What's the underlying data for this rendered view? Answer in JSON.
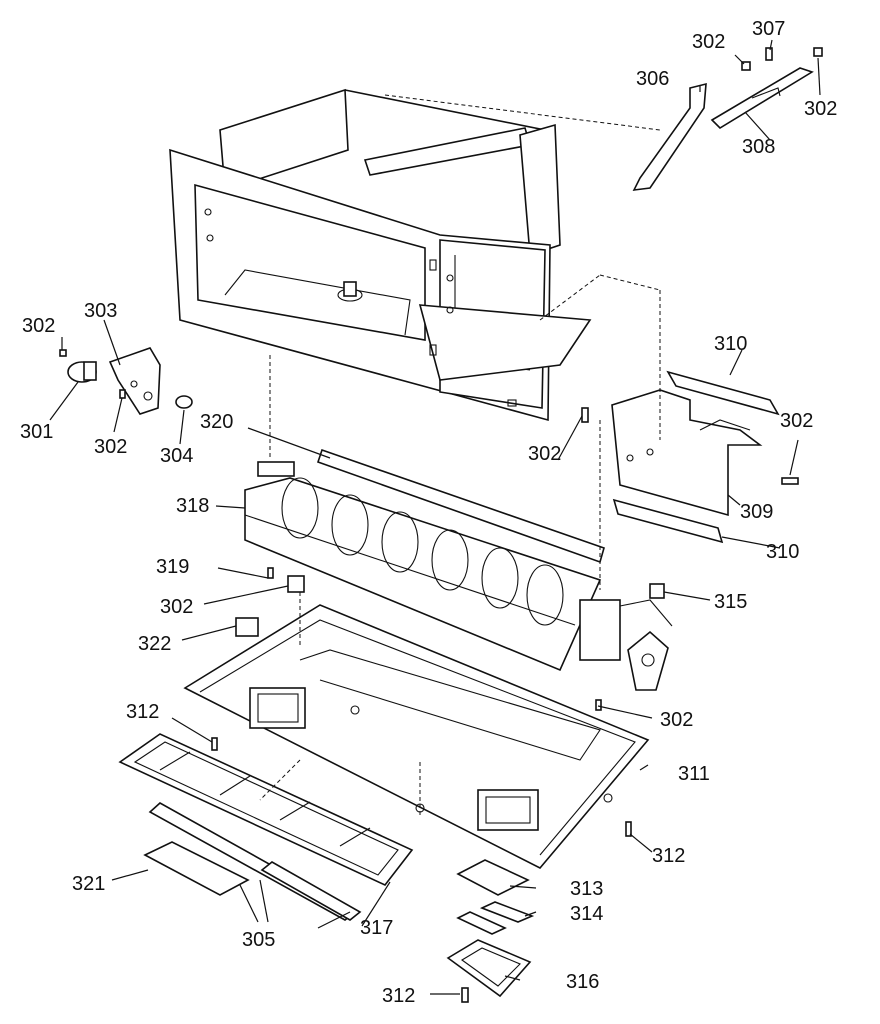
{
  "labels": {
    "l301": "301",
    "l302_a": "302",
    "l302_b": "302",
    "l302_c": "302",
    "l302_d": "302",
    "l302_e": "302",
    "l302_f": "302",
    "l302_g": "302",
    "l303": "303",
    "l304": "304",
    "l305": "305",
    "l306": "306",
    "l307": "307",
    "l308": "308",
    "l309": "309",
    "l310_a": "310",
    "l310_b": "310",
    "l311": "311",
    "l312_a": "312",
    "l312_b": "312",
    "l312_c": "312",
    "l313": "313",
    "l314": "314",
    "l315": "315",
    "l316": "316",
    "l317": "317",
    "l318": "318",
    "l319": "319",
    "l320": "320",
    "l321": "321",
    "l322": "322"
  }
}
